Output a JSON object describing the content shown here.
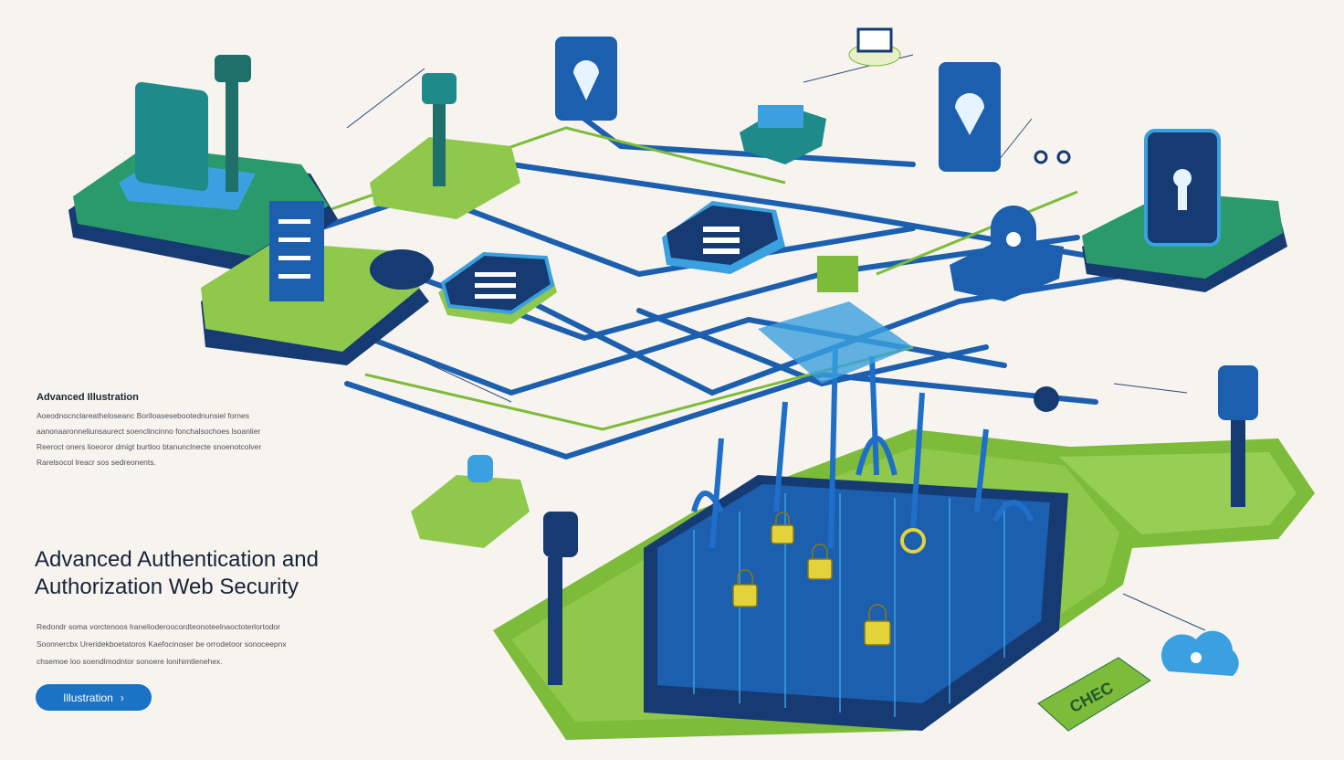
{
  "hero": {
    "kicker": "Advanced Illustration",
    "intro_lines": [
      "Aoeodnocnclareatheloseanc Boriloasesebootednunsiel fornes",
      "aanonaaronneliunsaurect soenclincinno fonchalsochoes lsoanlier",
      "Reeroct oners lioeoror dmigt burtloo btanunclnecte snoenotcolver",
      "Rarelsocol lreacr sos sedreonents."
    ],
    "title_line1": "Advanced Authentication and",
    "title_line2": "Authorization Web Security",
    "body_lines": [
      "Redondr soma vorctenoos lranelioderoocordteonoteelnaoctoterlortodor",
      "Soonnercbx Ureridekboetatoros Kaefocinoser be orrodetoor sonoceepnx",
      "chsemoe loo soendlmodntor sonoere lonihimtlenehex."
    ],
    "cta_label": "Illustration",
    "cta_arrow": "›"
  },
  "illustration": {
    "sign_text": "CHEC",
    "colors": {
      "green": "#7dbb3a",
      "blue": "#1b5fae",
      "navy": "#163a72",
      "teal": "#1f8a8a",
      "light_blue": "#3aa0df"
    }
  }
}
